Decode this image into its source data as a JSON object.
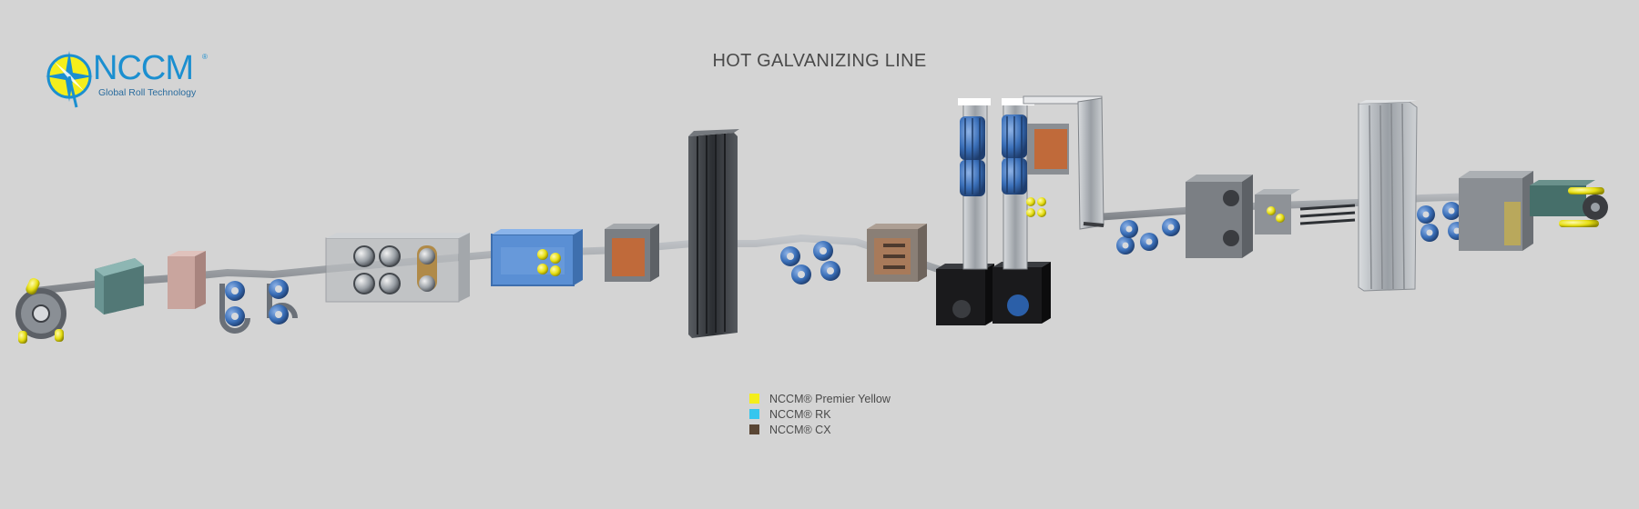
{
  "title": "HOT GALVANIZING LINE",
  "logo": {
    "brand": "NCCM",
    "registered": "®",
    "tagline": "Global Roll Technology"
  },
  "colors": {
    "premier_yellow": "#f4ee1c",
    "rk": "#35c6ee",
    "cx": "#5a4634",
    "roll_blue": "#3a6fb8",
    "strip": "#9a9ea3"
  },
  "legend": [
    {
      "label": "NCCM® Premier Yellow",
      "color": "#f4ee1c"
    },
    {
      "label": "NCCM® RK",
      "color": "#35c6ee"
    },
    {
      "label": "NCCM® CX",
      "color": "#5a4634"
    }
  ]
}
